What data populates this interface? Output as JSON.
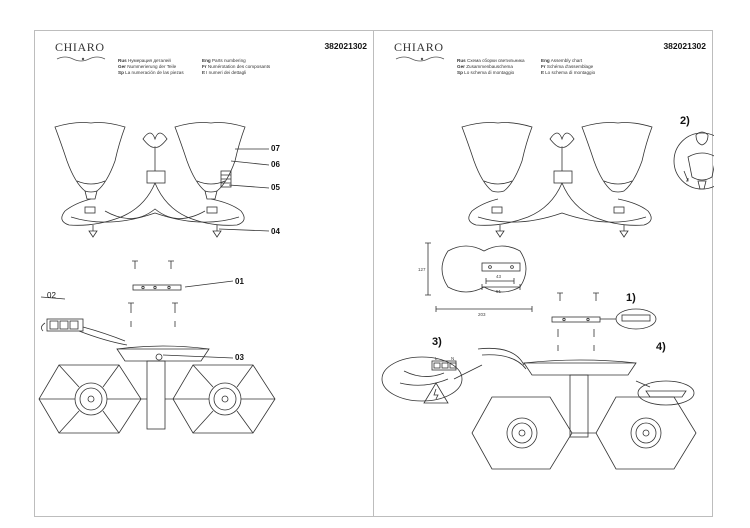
{
  "left_sheet": {
    "brand": "CHIARO",
    "code": "382021302",
    "legend_col1": [
      {
        "lang": "Rus",
        "text": "Нумерация деталей"
      },
      {
        "lang": "Ger",
        "text": "Nummerierung der Teile"
      },
      {
        "lang": "Sp",
        "text": "La numeración de las piezas"
      }
    ],
    "legend_col2": [
      {
        "lang": "Eng",
        "text": "Parts numbering"
      },
      {
        "lang": "Fr",
        "text": "Numérotation des composants"
      },
      {
        "lang": "It",
        "text": "I numeri dei dettagli"
      }
    ],
    "callouts": {
      "c07": "07",
      "c06": "06",
      "c05": "05",
      "c04": "04",
      "c01": "01",
      "c02": "02",
      "c03": "03"
    }
  },
  "right_sheet": {
    "brand": "CHIARO",
    "code": "382021302",
    "legend_col1": [
      {
        "lang": "Rus",
        "text": "Схема сборки светильника"
      },
      {
        "lang": "Ger",
        "text": "Zusammenbauschema"
      },
      {
        "lang": "Sp",
        "text": "Lo schema di montaggio"
      }
    ],
    "legend_col2": [
      {
        "lang": "Eng",
        "text": "Assembly chart"
      },
      {
        "lang": "Fr",
        "text": "Schéma d'assemblage"
      },
      {
        "lang": "It",
        "text": "Lo schema di montaggio"
      }
    ],
    "steps": {
      "s1": "1)",
      "s2": "2)",
      "s3": "3)",
      "s4": "4)"
    },
    "dimensions": {
      "w": "203",
      "h": "127",
      "d1": "43",
      "d2": "51"
    },
    "wiring_labels": {
      "l": "L",
      "n": "N"
    }
  }
}
